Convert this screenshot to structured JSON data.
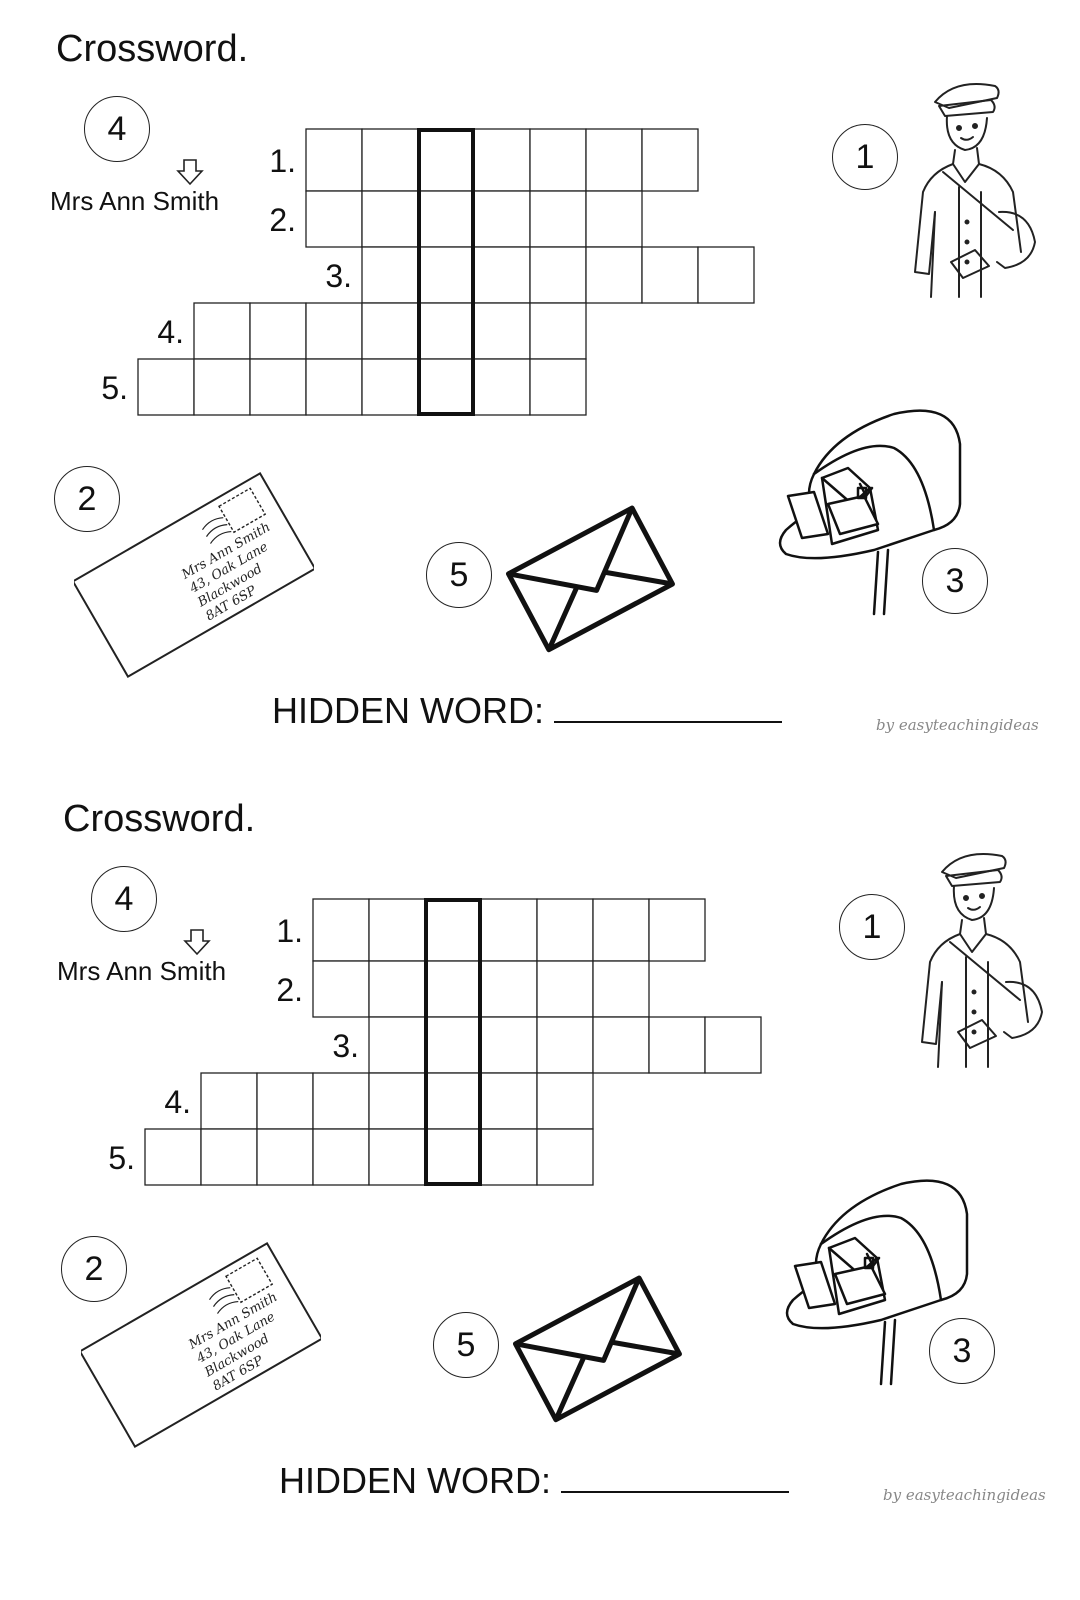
{
  "worksheets": [
    {
      "title": "Crossword.",
      "address_label": "Mrs Ann Smith",
      "clue_numbers": [
        "1.",
        "2.",
        "3.",
        "4.",
        "5."
      ],
      "picture_numbers": {
        "postman": "1",
        "envelope_addressed": "2",
        "mailbox": "3",
        "address": "4",
        "envelope": "5"
      },
      "envelope_address_lines": [
        "Mrs Ann Smith",
        "43, Oak Lane",
        "Blackwood",
        "8AT 6SP"
      ],
      "hidden_word_label": "HIDDEN WORD:",
      "credit": "by easyteachingideas"
    },
    {
      "title": "Crossword.",
      "address_label": "Mrs Ann Smith",
      "clue_numbers": [
        "1.",
        "2.",
        "3.",
        "4.",
        "5."
      ],
      "picture_numbers": {
        "postman": "1",
        "envelope_addressed": "2",
        "mailbox": "3",
        "address": "4",
        "envelope": "5"
      },
      "envelope_address_lines": [
        "Mrs Ann Smith",
        "43, Oak Lane",
        "Blackwood",
        "8AT 6SP"
      ],
      "hidden_word_label": "HIDDEN WORD:",
      "credit": "by easyteachingideas"
    }
  ],
  "crossword": {
    "rows": [
      {
        "clue": 1,
        "first_col": 4,
        "length": 7
      },
      {
        "clue": 2,
        "first_col": 4,
        "length": 6
      },
      {
        "clue": 3,
        "first_col": 5,
        "length": 7
      },
      {
        "clue": 4,
        "first_col": 2,
        "length": 7
      },
      {
        "clue": 5,
        "first_col": 1,
        "length": 8
      }
    ],
    "hidden_word_col": 6
  }
}
